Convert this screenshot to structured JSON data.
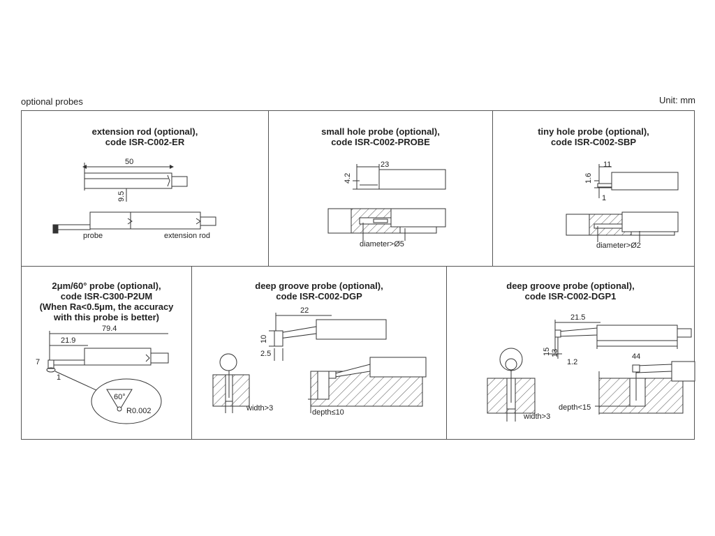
{
  "header": {
    "section_label": "optional probes",
    "unit_label": "Unit: mm"
  },
  "panels": [
    {
      "title_line1": "extension rod (optional),",
      "title_line2": "code ISR-C002-ER",
      "dims": [
        "50",
        "9.5"
      ],
      "labels": [
        "probe",
        "extension rod"
      ]
    },
    {
      "title_line1": "small hole probe (optional),",
      "title_line2": "code ISR-C002-PROBE",
      "dims": [
        "23",
        "4.2"
      ],
      "labels": [
        "diameter>Ø5"
      ]
    },
    {
      "title_line1": "tiny hole probe (optional),",
      "title_line2": "code ISR-C002-SBP",
      "dims": [
        "11",
        "1.6",
        "1"
      ],
      "labels": [
        "diameter>Ø2"
      ]
    },
    {
      "title_line1": "2μm/60° probe (optional),",
      "title_line2": "code ISR-C300-P2UM",
      "title_line3": "(When Ra<0.5μm, the accuracy",
      "title_line4": "with this probe is better)",
      "dims": [
        "79.4",
        "21.9",
        "7",
        "1"
      ],
      "labels": [
        "60°",
        "R0.002"
      ]
    },
    {
      "title_line1": "deep groove probe (optional),",
      "title_line2": "code ISR-C002-DGP",
      "dims": [
        "22",
        "10",
        "2.5"
      ],
      "labels": [
        "width>3",
        "depth≤10"
      ]
    },
    {
      "title_line1": "deep groove probe (optional),",
      "title_line2": "code ISR-C002-DGP1",
      "dims": [
        "21.5",
        "44",
        "15",
        "13",
        "1.2"
      ],
      "labels": [
        "width>3",
        "depth<15"
      ]
    }
  ]
}
